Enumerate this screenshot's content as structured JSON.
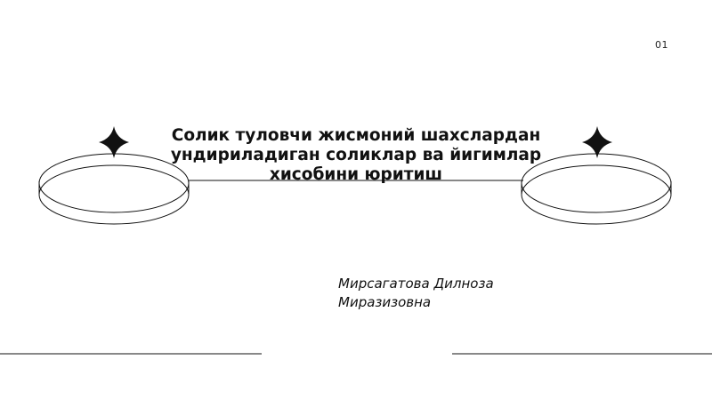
{
  "slide": {
    "page_number": "01",
    "title_lines": [
      "Солик туловчи жисмоний шахслардан",
      "ундириладиган соликлар ва йигимлар",
      "хисобини юритиш"
    ],
    "author_lines": [
      "Мирсагатова Дилноза",
      "Миразизовна"
    ]
  },
  "colors": {
    "background": "#ffffff",
    "ink": "#111111"
  }
}
